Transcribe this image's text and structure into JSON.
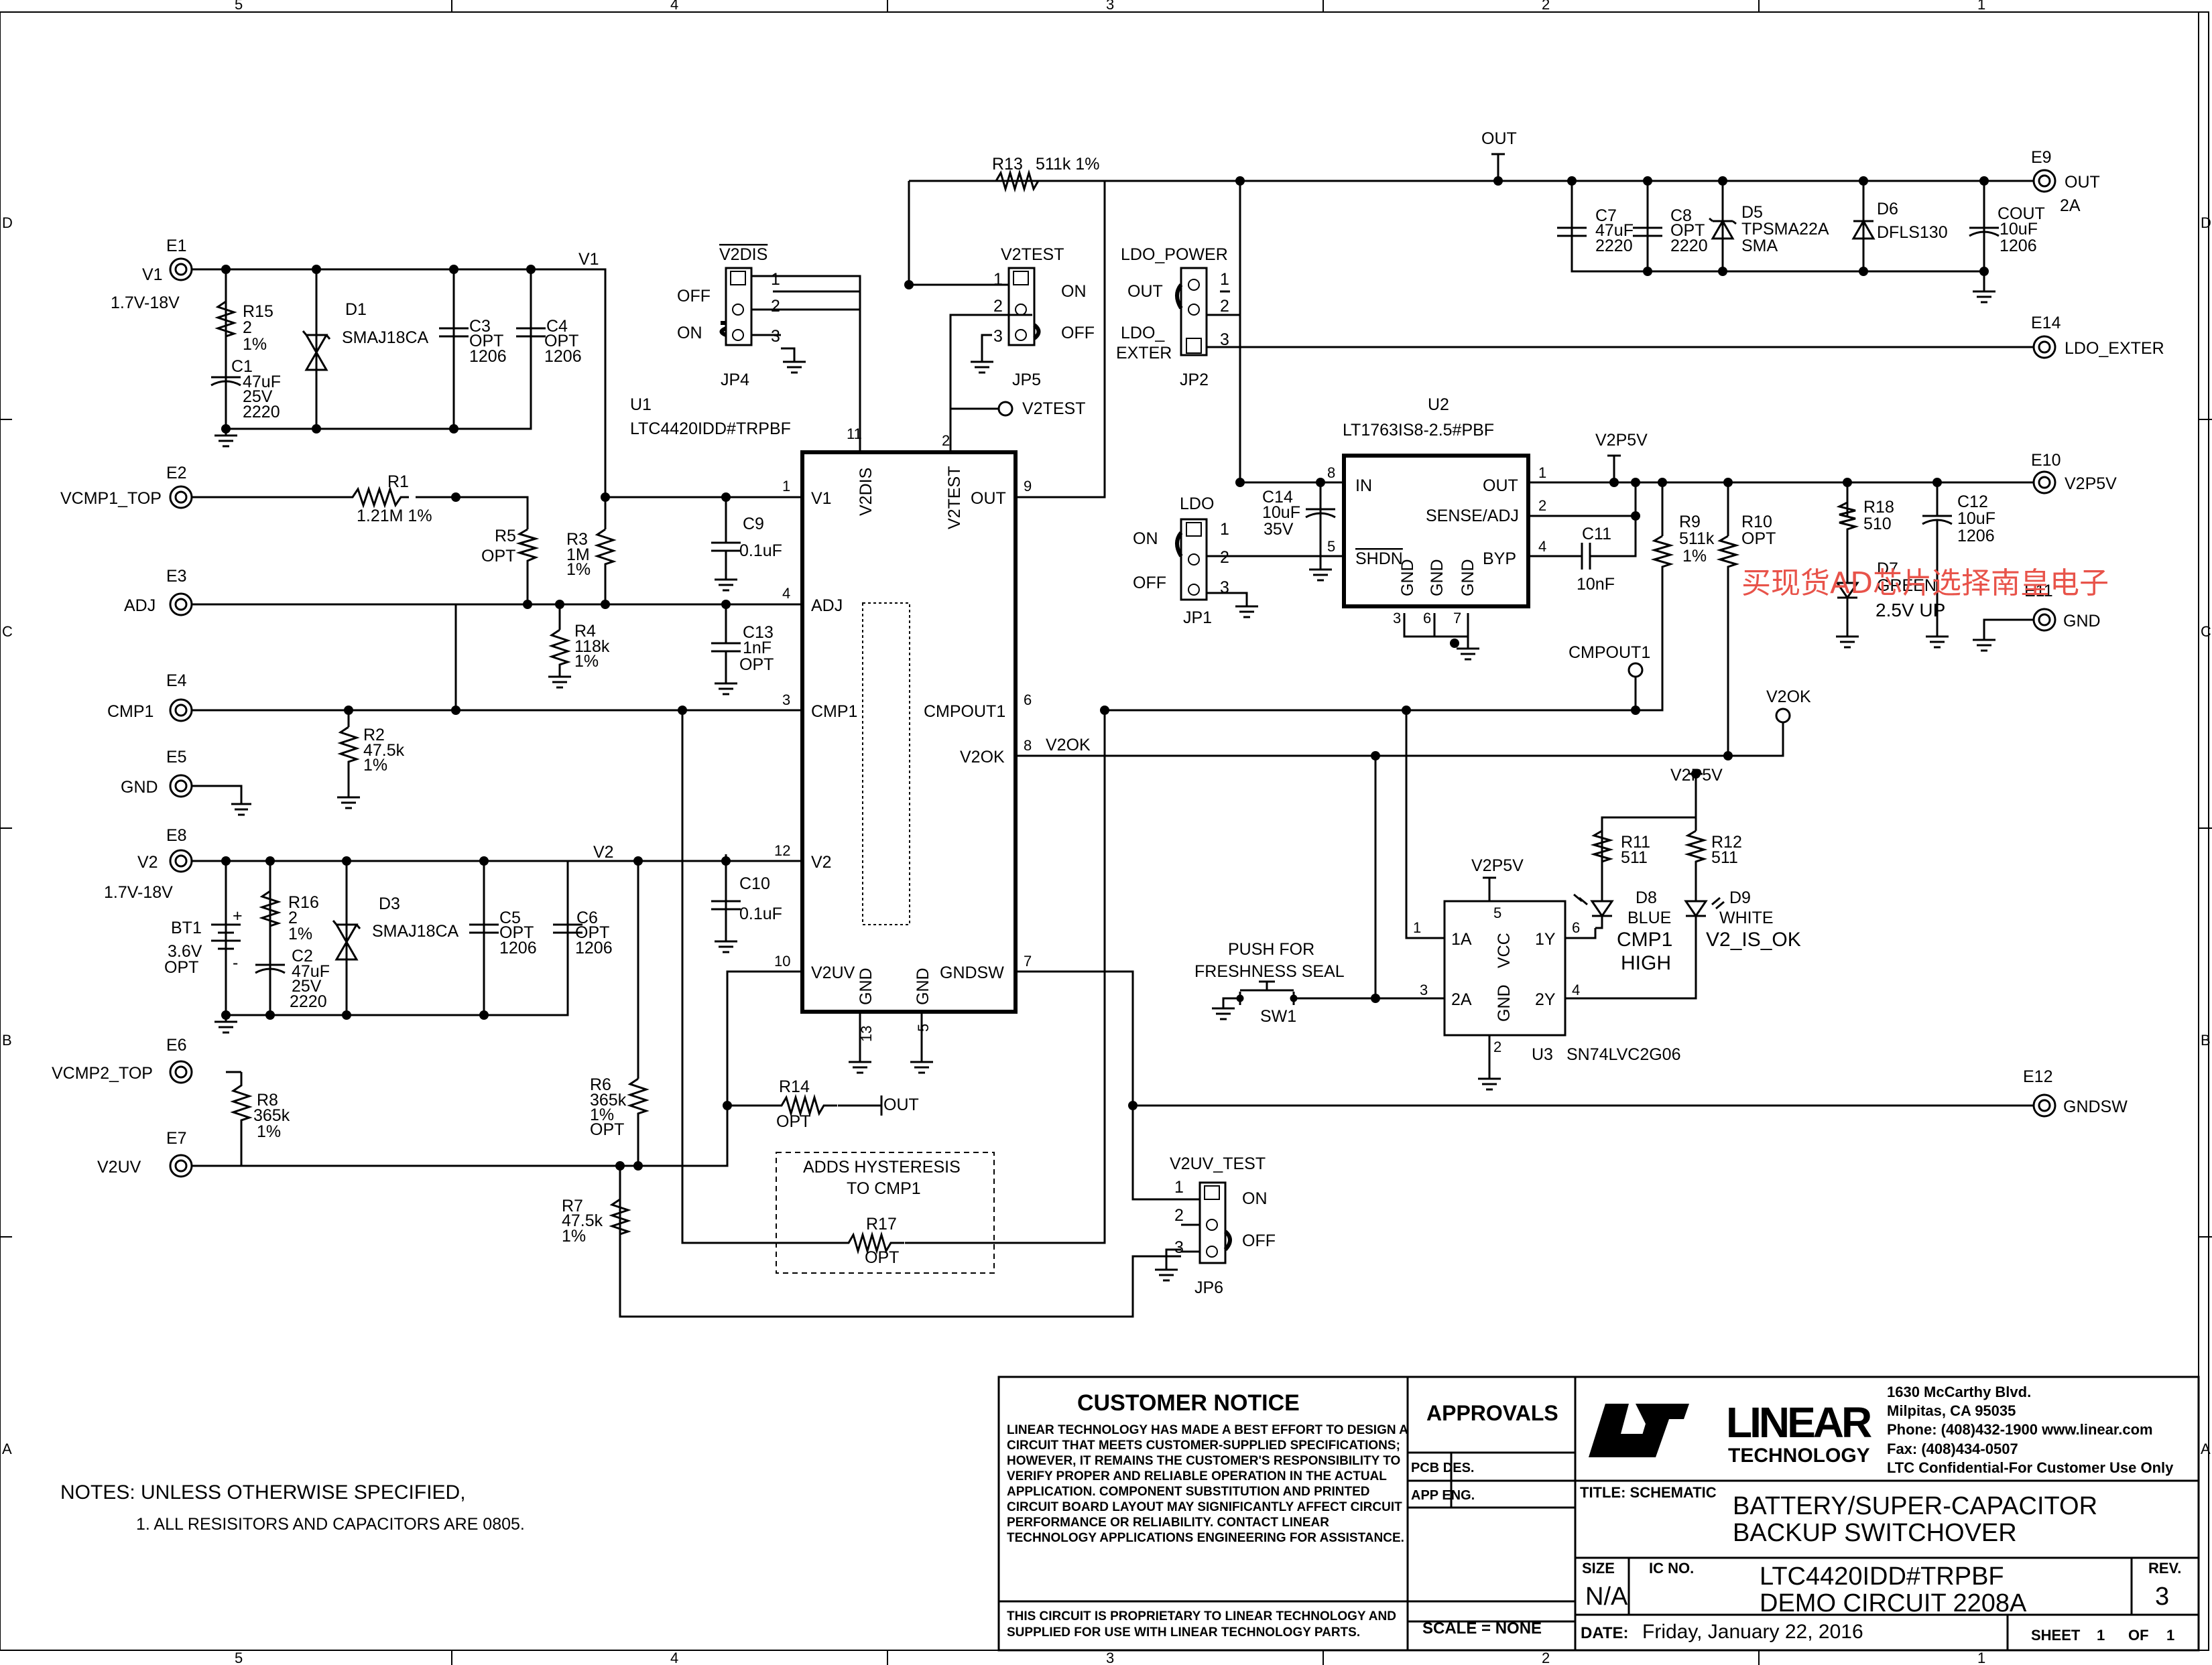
{
  "frame": {
    "cols": [
      "5",
      "4",
      "3",
      "2",
      "1"
    ],
    "rows": [
      "D",
      "C",
      "B",
      "A"
    ]
  },
  "terminals": {
    "E1": {
      "ref": "E1",
      "net": "V1",
      "note": "1.7V-18V"
    },
    "E2": {
      "ref": "E2",
      "net": "VCMP1_TOP"
    },
    "E3": {
      "ref": "E3",
      "net": "ADJ"
    },
    "E4": {
      "ref": "E4",
      "net": "CMP1"
    },
    "E5": {
      "ref": "E5",
      "net": "GND"
    },
    "E8": {
      "ref": "E8",
      "net": "V2",
      "note": "1.7V-18V"
    },
    "E6": {
      "ref": "E6",
      "net": "VCMP2_TOP"
    },
    "E7": {
      "ref": "E7",
      "net": "V2UV"
    },
    "E9": {
      "ref": "E9",
      "net": "OUT",
      "note": "2A"
    },
    "E14": {
      "ref": "E14",
      "net": "LDO_EXTER"
    },
    "E10": {
      "ref": "E10",
      "net": "V2P5V"
    },
    "E11": {
      "ref": "E11",
      "net": "GND"
    },
    "E12": {
      "ref": "E12",
      "net": "GNDSW"
    }
  },
  "parts": {
    "R15": {
      "ref": "R15",
      "v1": "2",
      "v2": "1%"
    },
    "C1": {
      "ref": "C1",
      "v1": "47uF",
      "v2": "25V",
      "v3": "2220"
    },
    "D1": {
      "ref": "D1",
      "v1": "SMAJ18CA"
    },
    "C3": {
      "ref": "C3",
      "v1": "OPT",
      "v2": "1206"
    },
    "C4": {
      "ref": "C4",
      "v1": "OPT",
      "v2": "1206"
    },
    "R1": {
      "ref": "R1",
      "v1": "1.21M 1%"
    },
    "R5": {
      "ref": "R5",
      "v1": "OPT"
    },
    "R3": {
      "ref": "R3",
      "v1": "1M",
      "v2": "1%"
    },
    "R4": {
      "ref": "R4",
      "v1": "118k",
      "v2": "1%"
    },
    "R2": {
      "ref": "R2",
      "v1": "47.5k",
      "v2": "1%"
    },
    "C9": {
      "ref": "C9",
      "v1": "0.1uF"
    },
    "C13": {
      "ref": "C13",
      "v1": "1nF",
      "v2": "OPT"
    },
    "C10": {
      "ref": "C10",
      "v1": "0.1uF"
    },
    "BT1": {
      "ref": "BT1",
      "v1": "3.6V",
      "v2": "OPT"
    },
    "R16": {
      "ref": "R16",
      "v1": "2",
      "v2": "1%"
    },
    "C2": {
      "ref": "C2",
      "v1": "47uF",
      "v2": "25V",
      "v3": "2220"
    },
    "D3": {
      "ref": "D3",
      "v1": "SMAJ18CA"
    },
    "C5": {
      "ref": "C5",
      "v1": "OPT",
      "v2": "1206"
    },
    "C6": {
      "ref": "C6",
      "v1": "OPT",
      "v2": "1206"
    },
    "R8": {
      "ref": "R8",
      "v1": "365k",
      "v2": "1%"
    },
    "R6": {
      "ref": "R6",
      "v1": "365k",
      "v2": "1%",
      "v3": "OPT"
    },
    "R7": {
      "ref": "R7",
      "v1": "47.5k",
      "v2": "1%"
    },
    "R14": {
      "ref": "R14",
      "v1": "OPT"
    },
    "R17": {
      "ref": "R17",
      "v1": "OPT"
    },
    "R13": {
      "ref": "R13",
      "v1": "511k 1%"
    },
    "C7": {
      "ref": "C7",
      "v1": "47uF",
      "v2": "2220"
    },
    "C8": {
      "ref": "C8",
      "v1": "OPT",
      "v2": "2220"
    },
    "D5": {
      "ref": "D5",
      "v1": "TPSMA22A",
      "v2": "SMA"
    },
    "D6": {
      "ref": "D6",
      "v1": "DFLS130"
    },
    "COUT": {
      "ref": "COUT",
      "v1": "10uF",
      "v2": "1206"
    },
    "C14": {
      "ref": "C14",
      "v1": "10uF",
      "v2": "35V"
    },
    "C11": {
      "ref": "C11",
      "v1": "10nF"
    },
    "R9": {
      "ref": "R9",
      "v1": "511k",
      "v2": "1%"
    },
    "R10": {
      "ref": "R10",
      "v1": "OPT"
    },
    "R18": {
      "ref": "R18",
      "v1": "510"
    },
    "D7": {
      "ref": "D7",
      "v1": "GREEN",
      "v2": "2.5V UP"
    },
    "C12": {
      "ref": "C12",
      "v1": "10uF",
      "v2": "1206"
    },
    "R11": {
      "ref": "R11",
      "v1": "511"
    },
    "R12": {
      "ref": "R12",
      "v1": "511"
    },
    "D8": {
      "ref": "D8",
      "v1": "BLUE",
      "v2": "CMP1",
      "v3": "HIGH"
    },
    "D9": {
      "ref": "D9",
      "v1": "WHITE",
      "v2": "V2_IS_OK"
    },
    "SW1": {
      "ref": "SW1",
      "v1": "PUSH FOR",
      "v2": "FRESHNESS SEAL"
    }
  },
  "jumpers": {
    "JP4": {
      "ref": "JP4",
      "title": "V2DIS",
      "a": "OFF",
      "b": "ON"
    },
    "JP5": {
      "ref": "JP5",
      "title": "V2TEST",
      "a": "ON",
      "b": "OFF"
    },
    "JP2": {
      "ref": "JP2",
      "title": "LDO_POWER",
      "a": "OUT",
      "b1": "LDO_",
      "b2": "EXTER"
    },
    "JP1": {
      "ref": "JP1",
      "title": "LDO",
      "a": "ON",
      "b": "OFF"
    },
    "JP6": {
      "ref": "JP6",
      "title": "V2UV_TEST",
      "a": "ON",
      "b": "OFF"
    }
  },
  "u1": {
    "ref": "U1",
    "part": "LTC4420IDD#TRPBF",
    "pins_left": [
      {
        "n": "1",
        "name": "V1"
      },
      {
        "n": "4",
        "name": "ADJ"
      },
      {
        "n": "3",
        "name": "CMP1"
      },
      {
        "n": "12",
        "name": "V2"
      },
      {
        "n": "10",
        "name": "V2UV"
      }
    ],
    "pins_right": [
      {
        "n": "9",
        "name": "OUT"
      },
      {
        "n": "6",
        "name": "CMPOUT1"
      },
      {
        "n": "8",
        "name": "V2OK"
      },
      {
        "n": "7",
        "name": "GNDSW"
      }
    ],
    "pins_top": [
      {
        "n": "11",
        "name": "V2DIS"
      },
      {
        "n": "2",
        "name": "V2TEST"
      }
    ],
    "pins_bottom": [
      {
        "n": "13",
        "name": "GND"
      },
      {
        "n": "5",
        "name": "GND"
      }
    ]
  },
  "u2": {
    "ref": "U2",
    "part": "LT1763IS8-2.5#PBF",
    "pins": [
      {
        "n": "8",
        "name": "IN"
      },
      {
        "n": "5",
        "name": "SHDN"
      },
      {
        "n": "1",
        "name": "OUT"
      },
      {
        "n": "2",
        "name": "SENSE/ADJ"
      },
      {
        "n": "4",
        "name": "BYP"
      },
      {
        "n": "3",
        "name": "GND"
      },
      {
        "n": "6",
        "name": "GND"
      },
      {
        "n": "7",
        "name": "GND"
      }
    ]
  },
  "u3": {
    "ref": "U3",
    "part": "SN74LVC2G06",
    "pins": [
      {
        "n": "1",
        "name": "1A"
      },
      {
        "n": "3",
        "name": "2A"
      },
      {
        "n": "6",
        "name": "1Y"
      },
      {
        "n": "4",
        "name": "2Y"
      },
      {
        "n": "5",
        "name": "VCC"
      },
      {
        "n": "2",
        "name": "GND"
      }
    ]
  },
  "nets": {
    "v1": "V1",
    "v2": "V2",
    "out": "OUT",
    "v2p5v": "V2P5V",
    "v2test": "V2TEST",
    "cmpout1": "CMPOUT1",
    "v2ok": "V2OK",
    "out_flag": "OUT"
  },
  "hysteresis": {
    "l1": "ADDS HYSTERESIS",
    "l2": "TO CMP1"
  },
  "notes": {
    "title": "NOTES: UNLESS OTHERWISE SPECIFIED,",
    "n1": "1. ALL RESISITORS AND CAPACITORS ARE 0805."
  },
  "title_block": {
    "customer_notice": "CUSTOMER NOTICE",
    "notice_lines": [
      "LINEAR TECHNOLOGY HAS MADE A BEST EFFORT TO DESIGN A",
      "CIRCUIT THAT MEETS CUSTOMER-SUPPLIED SPECIFICATIONS;",
      "HOWEVER, IT REMAINS THE CUSTOMER'S RESPONSIBILITY TO",
      "VERIFY PROPER AND RELIABLE OPERATION IN THE ACTUAL",
      "APPLICATION.  COMPONENT SUBSTITUTION AND PRINTED",
      "CIRCUIT BOARD LAYOUT MAY SIGNIFICANTLY AFFECT CIRCUIT",
      "PERFORMANCE OR RELIABILITY.  CONTACT LINEAR",
      "TECHNOLOGY APPLICATIONS ENGINEERING FOR ASSISTANCE."
    ],
    "proprietary": [
      "THIS CIRCUIT IS PROPRIETARY TO LINEAR TECHNOLOGY AND",
      "SUPPLIED FOR USE WITH LINEAR TECHNOLOGY PARTS."
    ],
    "approvals": "APPROVALS",
    "pcb_des": "PCB DES.",
    "app_eng": "APP ENG.",
    "scale": "SCALE = NONE",
    "logo_word": "LINEAR",
    "logo_sub": "TECHNOLOGY",
    "address": [
      "1630 McCarthy Blvd.",
      "Milpitas, CA 95035",
      "Phone: (408)432-1900  www.linear.com",
      "Fax: (408)434-0507",
      "LTC Confidential-For Customer Use Only"
    ],
    "title_label": "TITLE: SCHEMATIC",
    "title_1": "BATTERY/SUPER-CAPACITOR",
    "title_2": "BACKUP SWITCHOVER",
    "size_label": "SIZE",
    "size": "N/A",
    "icno_label": "IC NO.",
    "ic_1": "LTC4420IDD#TRPBF",
    "ic_2": "DEMO CIRCUIT 2208A",
    "rev_label": "REV.",
    "rev": "3",
    "date_label": "DATE:",
    "date": "Friday, January 22, 2016",
    "sheet": "SHEET",
    "sheet_no": "1",
    "of": "OF",
    "of_no": "1"
  },
  "watermark": "买现货AD芯片选择南皇电子"
}
